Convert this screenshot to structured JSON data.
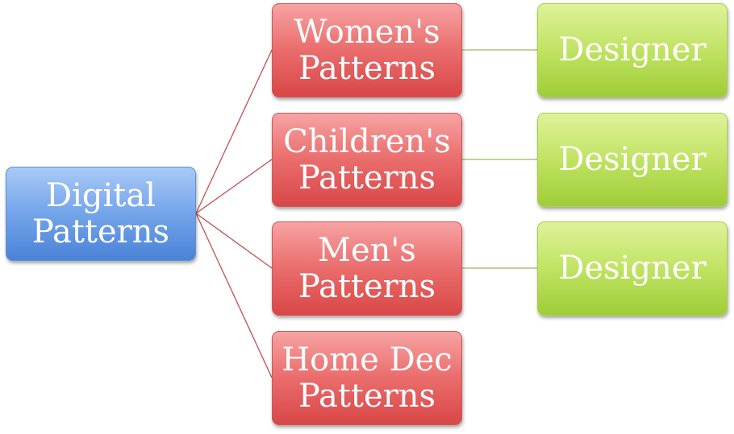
{
  "diagram": {
    "root": {
      "label": "Digital\nPatterns"
    },
    "categories": [
      {
        "label": "Women's\nPatterns",
        "child": "Designer"
      },
      {
        "label": "Children's\nPatterns",
        "child": "Designer"
      },
      {
        "label": "Men's\nPatterns",
        "child": "Designer"
      },
      {
        "label": "Home Dec\nPatterns"
      }
    ]
  },
  "colors": {
    "root_fill": "#6a9de6",
    "category_fill": "#e55d5d",
    "designer_fill": "#b6dc55",
    "root_connector": "#c0504d",
    "child_connector": "#9bbb59"
  }
}
